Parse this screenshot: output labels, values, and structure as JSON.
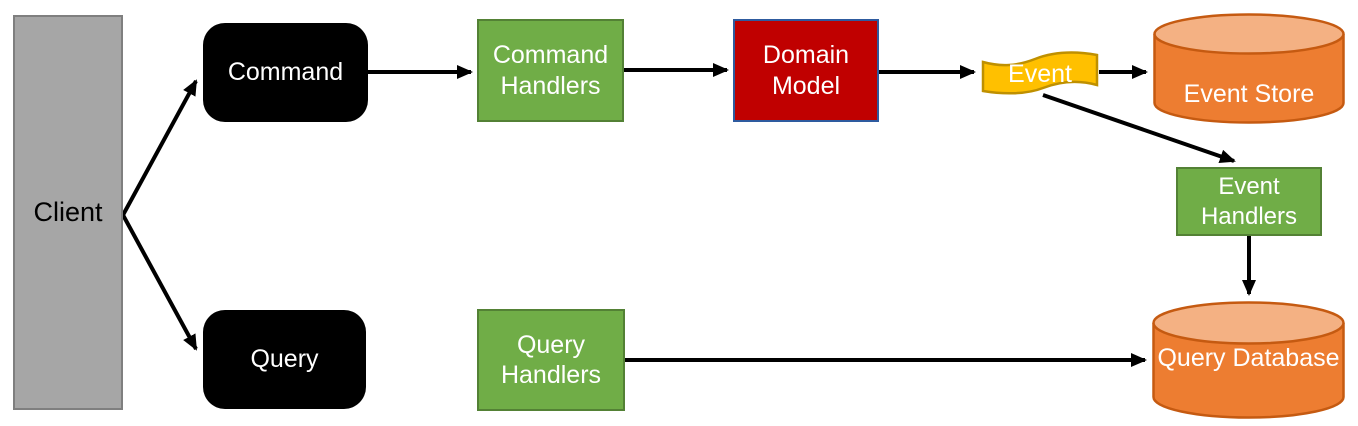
{
  "diagram": {
    "background": "#FFFFFF",
    "nodes": {
      "client": {
        "label": "Client",
        "shape": "rectangle",
        "fill": "#A6A6A6"
      },
      "command": {
        "label": "Command",
        "shape": "rounded-rectangle",
        "fill": "#000000"
      },
      "query": {
        "label": "Query",
        "shape": "rounded-rectangle",
        "fill": "#000000"
      },
      "command_handlers": {
        "label": "Command Handlers",
        "shape": "rectangle",
        "fill": "#70AD47"
      },
      "query_handlers": {
        "label": "Query Handlers",
        "shape": "rectangle",
        "fill": "#70AD47"
      },
      "event_handlers": {
        "label": "Event Handlers",
        "shape": "rectangle",
        "fill": "#70AD47"
      },
      "domain_model": {
        "label": "Domain Model",
        "shape": "rectangle",
        "fill": "#C00000"
      },
      "event": {
        "label": "Event",
        "shape": "wave-banner",
        "fill": "#FFC000"
      },
      "event_store": {
        "label": "Event Store",
        "shape": "cylinder",
        "fill": "#ED7D31"
      },
      "query_database": {
        "label": "Query Database",
        "shape": "cylinder",
        "fill": "#ED7D31"
      }
    },
    "edges": [
      {
        "from": "client",
        "to": "command"
      },
      {
        "from": "client",
        "to": "query"
      },
      {
        "from": "command",
        "to": "command_handlers"
      },
      {
        "from": "command_handlers",
        "to": "domain_model"
      },
      {
        "from": "domain_model",
        "to": "event"
      },
      {
        "from": "event",
        "to": "event_store"
      },
      {
        "from": "event",
        "to": "event_handlers"
      },
      {
        "from": "event_handlers",
        "to": "query_database"
      },
      {
        "from": "query_handlers",
        "to": "query_database"
      }
    ],
    "colors": {
      "arrow": "#000000",
      "text_light": "#FFFFFF",
      "text_dark": "#000000",
      "gray_fill": "#A6A6A6",
      "gray_border": "#7F7F7F",
      "black_fill": "#000000",
      "green_fill": "#70AD47",
      "green_border": "#538135",
      "red_fill": "#C00000",
      "red_border": "#2E5B9F",
      "yellow_fill": "#FFC000",
      "yellow_border": "#BF9000",
      "orange_fill": "#ED7D31",
      "orange_top": "#F4B183",
      "orange_border": "#C55A11"
    }
  }
}
